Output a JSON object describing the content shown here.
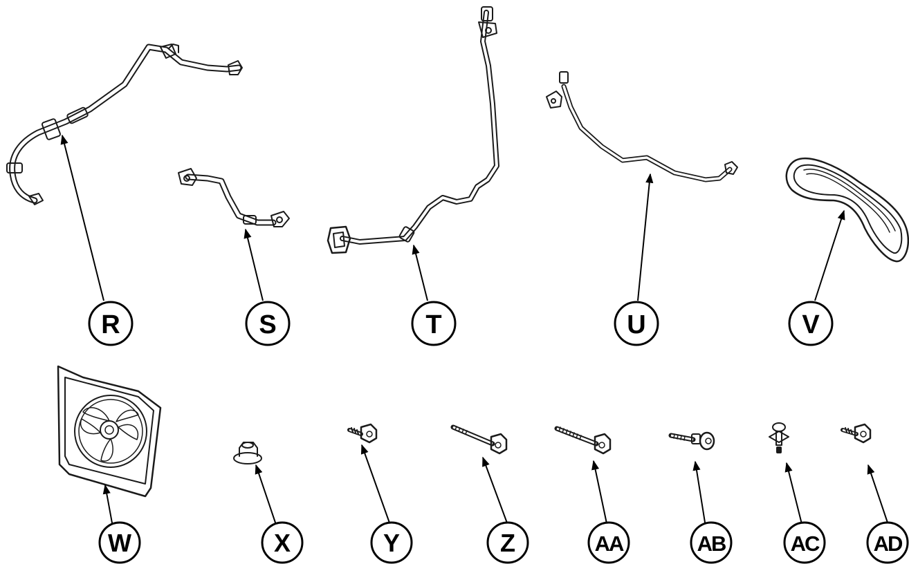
{
  "callouts": {
    "R": "R",
    "S": "S",
    "T": "T",
    "U": "U",
    "V": "V",
    "W": "W",
    "X": "X",
    "Y": "Y",
    "Z": "Z",
    "AA": "AA",
    "AB": "AB",
    "AC": "AC",
    "AD": "AD"
  },
  "colors": {
    "line": "#1a1a1a",
    "background": "#ffffff"
  }
}
